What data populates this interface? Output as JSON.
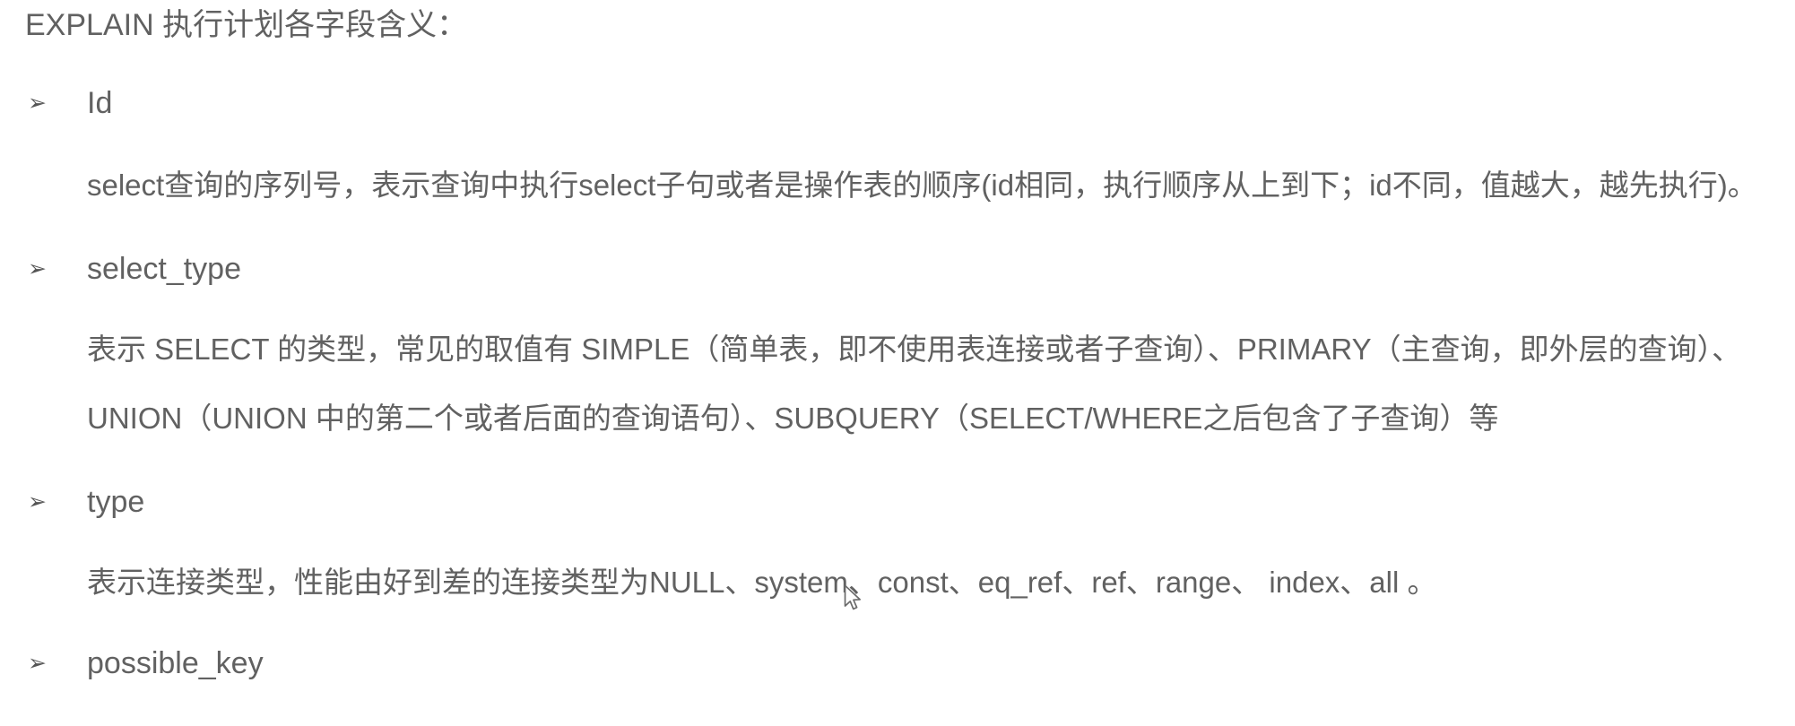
{
  "page": {
    "colors": {
      "background": "#ffffff",
      "text": "#616161"
    }
  },
  "document": {
    "title": "EXPLAIN 执行计划各字段含义：",
    "bullet_glyph": "➢",
    "items": [
      {
        "term": "Id",
        "description_lines": [
          "select查询的序列号，表示查询中执行select子句或者是操作表的顺序(id相同，执行顺序从上到下；id不同，值越大，越先执行)。"
        ]
      },
      {
        "term": "select_type",
        "description_lines": [
          "表示 SELECT 的类型，常见的取值有 SIMPLE（简单表，即不使用表连接或者子查询）、PRIMARY（主查询，即外层的查询）、",
          "UNION（UNION 中的第二个或者后面的查询语句）、SUBQUERY（SELECT/WHERE之后包含了子查询）等"
        ]
      },
      {
        "term": "type",
        "description_lines": [
          "表示连接类型，性能由好到差的连接类型为NULL、system、const、eq_ref、ref、range、 index、all 。"
        ]
      },
      {
        "term": "possible_key",
        "description_lines": []
      }
    ]
  }
}
